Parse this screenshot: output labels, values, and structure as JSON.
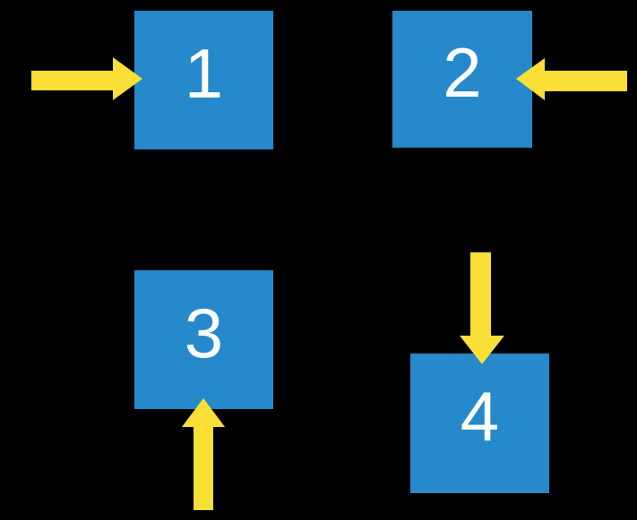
{
  "colors": {
    "background": "#000000",
    "square": "#2589CB",
    "arrow": "#F9DF36",
    "number": "#FFFFFF"
  },
  "squares": [
    {
      "label": "1",
      "arrow_side": "left",
      "arrow_direction": "right"
    },
    {
      "label": "2",
      "arrow_side": "right",
      "arrow_direction": "left"
    },
    {
      "label": "3",
      "arrow_side": "bottom",
      "arrow_direction": "up"
    },
    {
      "label": "4",
      "arrow_side": "top",
      "arrow_direction": "down"
    }
  ]
}
